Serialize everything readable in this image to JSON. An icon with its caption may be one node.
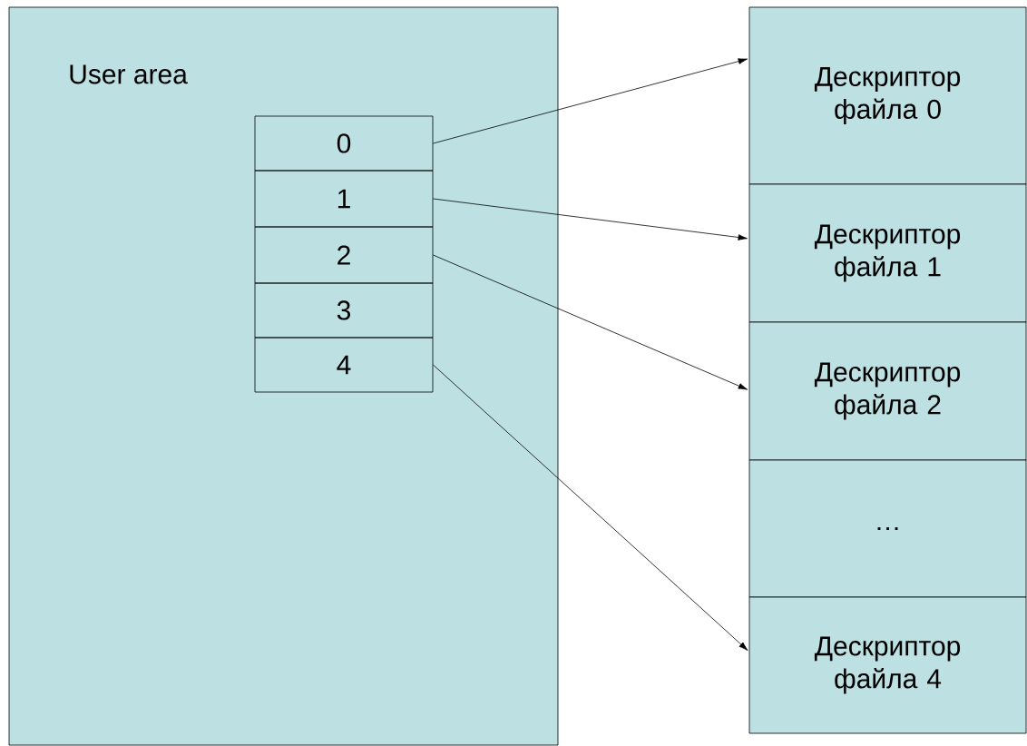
{
  "diagram": {
    "nodes": [
      {
        "text": [
          "User area"
        ]
      },
      {
        "text": [
          "0"
        ],
        "in": 0
      },
      {
        "text": [
          "1"
        ],
        "in": 0
      },
      {
        "text": [
          "2"
        ],
        "in": 0
      },
      {
        "text": [
          "3"
        ],
        "in": 0
      },
      {
        "text": [
          "4"
        ],
        "in": 0
      },
      {
        "text": [
          "Дескриптор файла 0"
        ]
      },
      {
        "text": [
          "Дескриптор файла 1"
        ]
      },
      {
        "text": [
          "Дескриптор файла 2"
        ]
      },
      {
        "text": [
          "…"
        ]
      },
      {
        "text": [
          "Дескриптор файла 4"
        ]
      }
    ],
    "edges": [
      {
        "from": 1,
        "to": 6,
        "arrow": "to"
      },
      {
        "from": 2,
        "to": 7,
        "arrow": "to"
      },
      {
        "from": 3,
        "to": 8,
        "arrow": "to"
      },
      {
        "from": 5,
        "to": 10,
        "arrow": "to"
      }
    ]
  }
}
